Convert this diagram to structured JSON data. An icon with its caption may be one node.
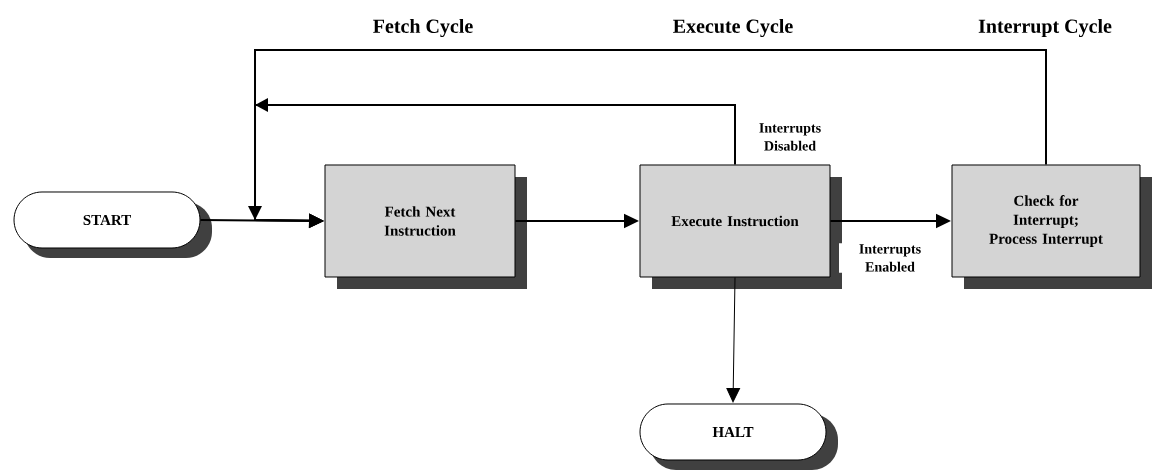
{
  "diagram": {
    "nodes": [
      {
        "text": [
          "START"
        ]
      },
      {
        "text": [
          "Fetch Next Instruction"
        ]
      },
      {
        "text": [
          "Execute Instruction"
        ]
      },
      {
        "text": [
          "Check for Interrupt; Process Interrupt"
        ]
      },
      {
        "text": [
          "HALT"
        ]
      }
    ],
    "edges": [
      {
        "from": 0,
        "to": 1,
        "arrow": "to"
      },
      {
        "from": 1,
        "to": 2,
        "arrow": "to"
      },
      {
        "from": 2,
        "to": 3,
        "arrow": "to",
        "label": "Interrupts Enabled"
      },
      {
        "from": 2,
        "to": 1,
        "arrow": "to",
        "label": "Interrupts Disabled"
      },
      {
        "from": 3,
        "to": 1,
        "arrow": "to"
      },
      {
        "from": 2,
        "to": 4,
        "arrow": "to"
      }
    ],
    "labels": [
      "Fetch Cycle",
      "Execute Cycle",
      "Interrupt Cycle"
    ]
  }
}
